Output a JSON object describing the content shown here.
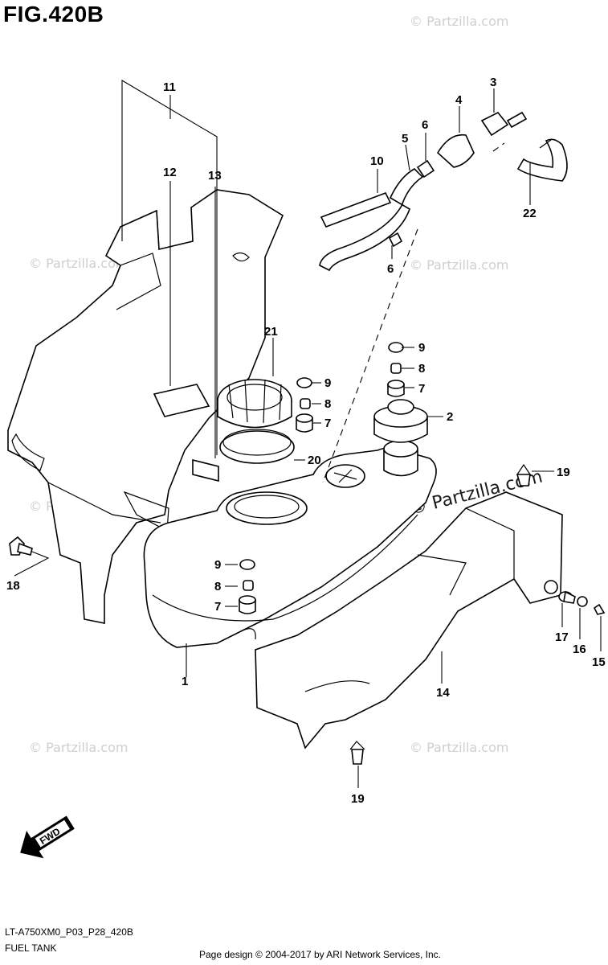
{
  "figure": {
    "title": "FIG.420B"
  },
  "footer": {
    "code": "LT-A750XM0_P03_P28_420B",
    "name": "FUEL TANK",
    "copyright": "Page design © 2004-2017 by ARI Network Services, Inc."
  },
  "watermark": {
    "text": "© Partzilla.com"
  },
  "fwd_label": "FWD",
  "callouts": [
    "1",
    "2",
    "3",
    "4",
    "5",
    "6",
    "6",
    "7",
    "7",
    "7",
    "8",
    "8",
    "8",
    "9",
    "9",
    "9",
    "10",
    "11",
    "12",
    "13",
    "14",
    "15",
    "16",
    "17",
    "18",
    "19",
    "19",
    "20",
    "21",
    "22"
  ]
}
